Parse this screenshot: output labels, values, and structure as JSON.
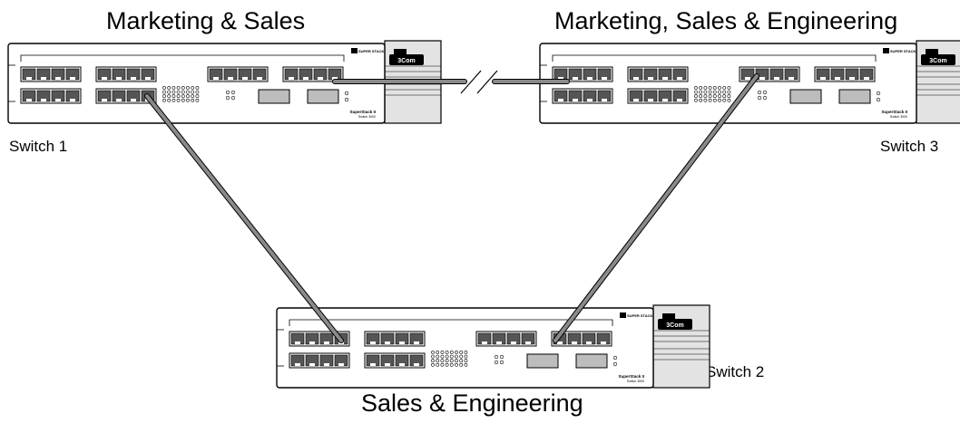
{
  "groups": {
    "switch1": "Marketing & Sales",
    "switch3": "Marketing, Sales & Engineering",
    "switch2": "Sales & Engineering"
  },
  "switches": {
    "switch1": "Switch 1",
    "switch2": "Switch 2",
    "switch3": "Switch 3"
  },
  "logo": {
    "brand": "SUPER STACK",
    "product": "SuperStack II",
    "model": "Switch 3000",
    "vendor": "3Com"
  },
  "colors": {
    "cable": "#8a8a8a",
    "chassis": "#ffffff",
    "end_panel": "#e3e3e3",
    "port": "#555555",
    "module": "#bdbdbd"
  }
}
